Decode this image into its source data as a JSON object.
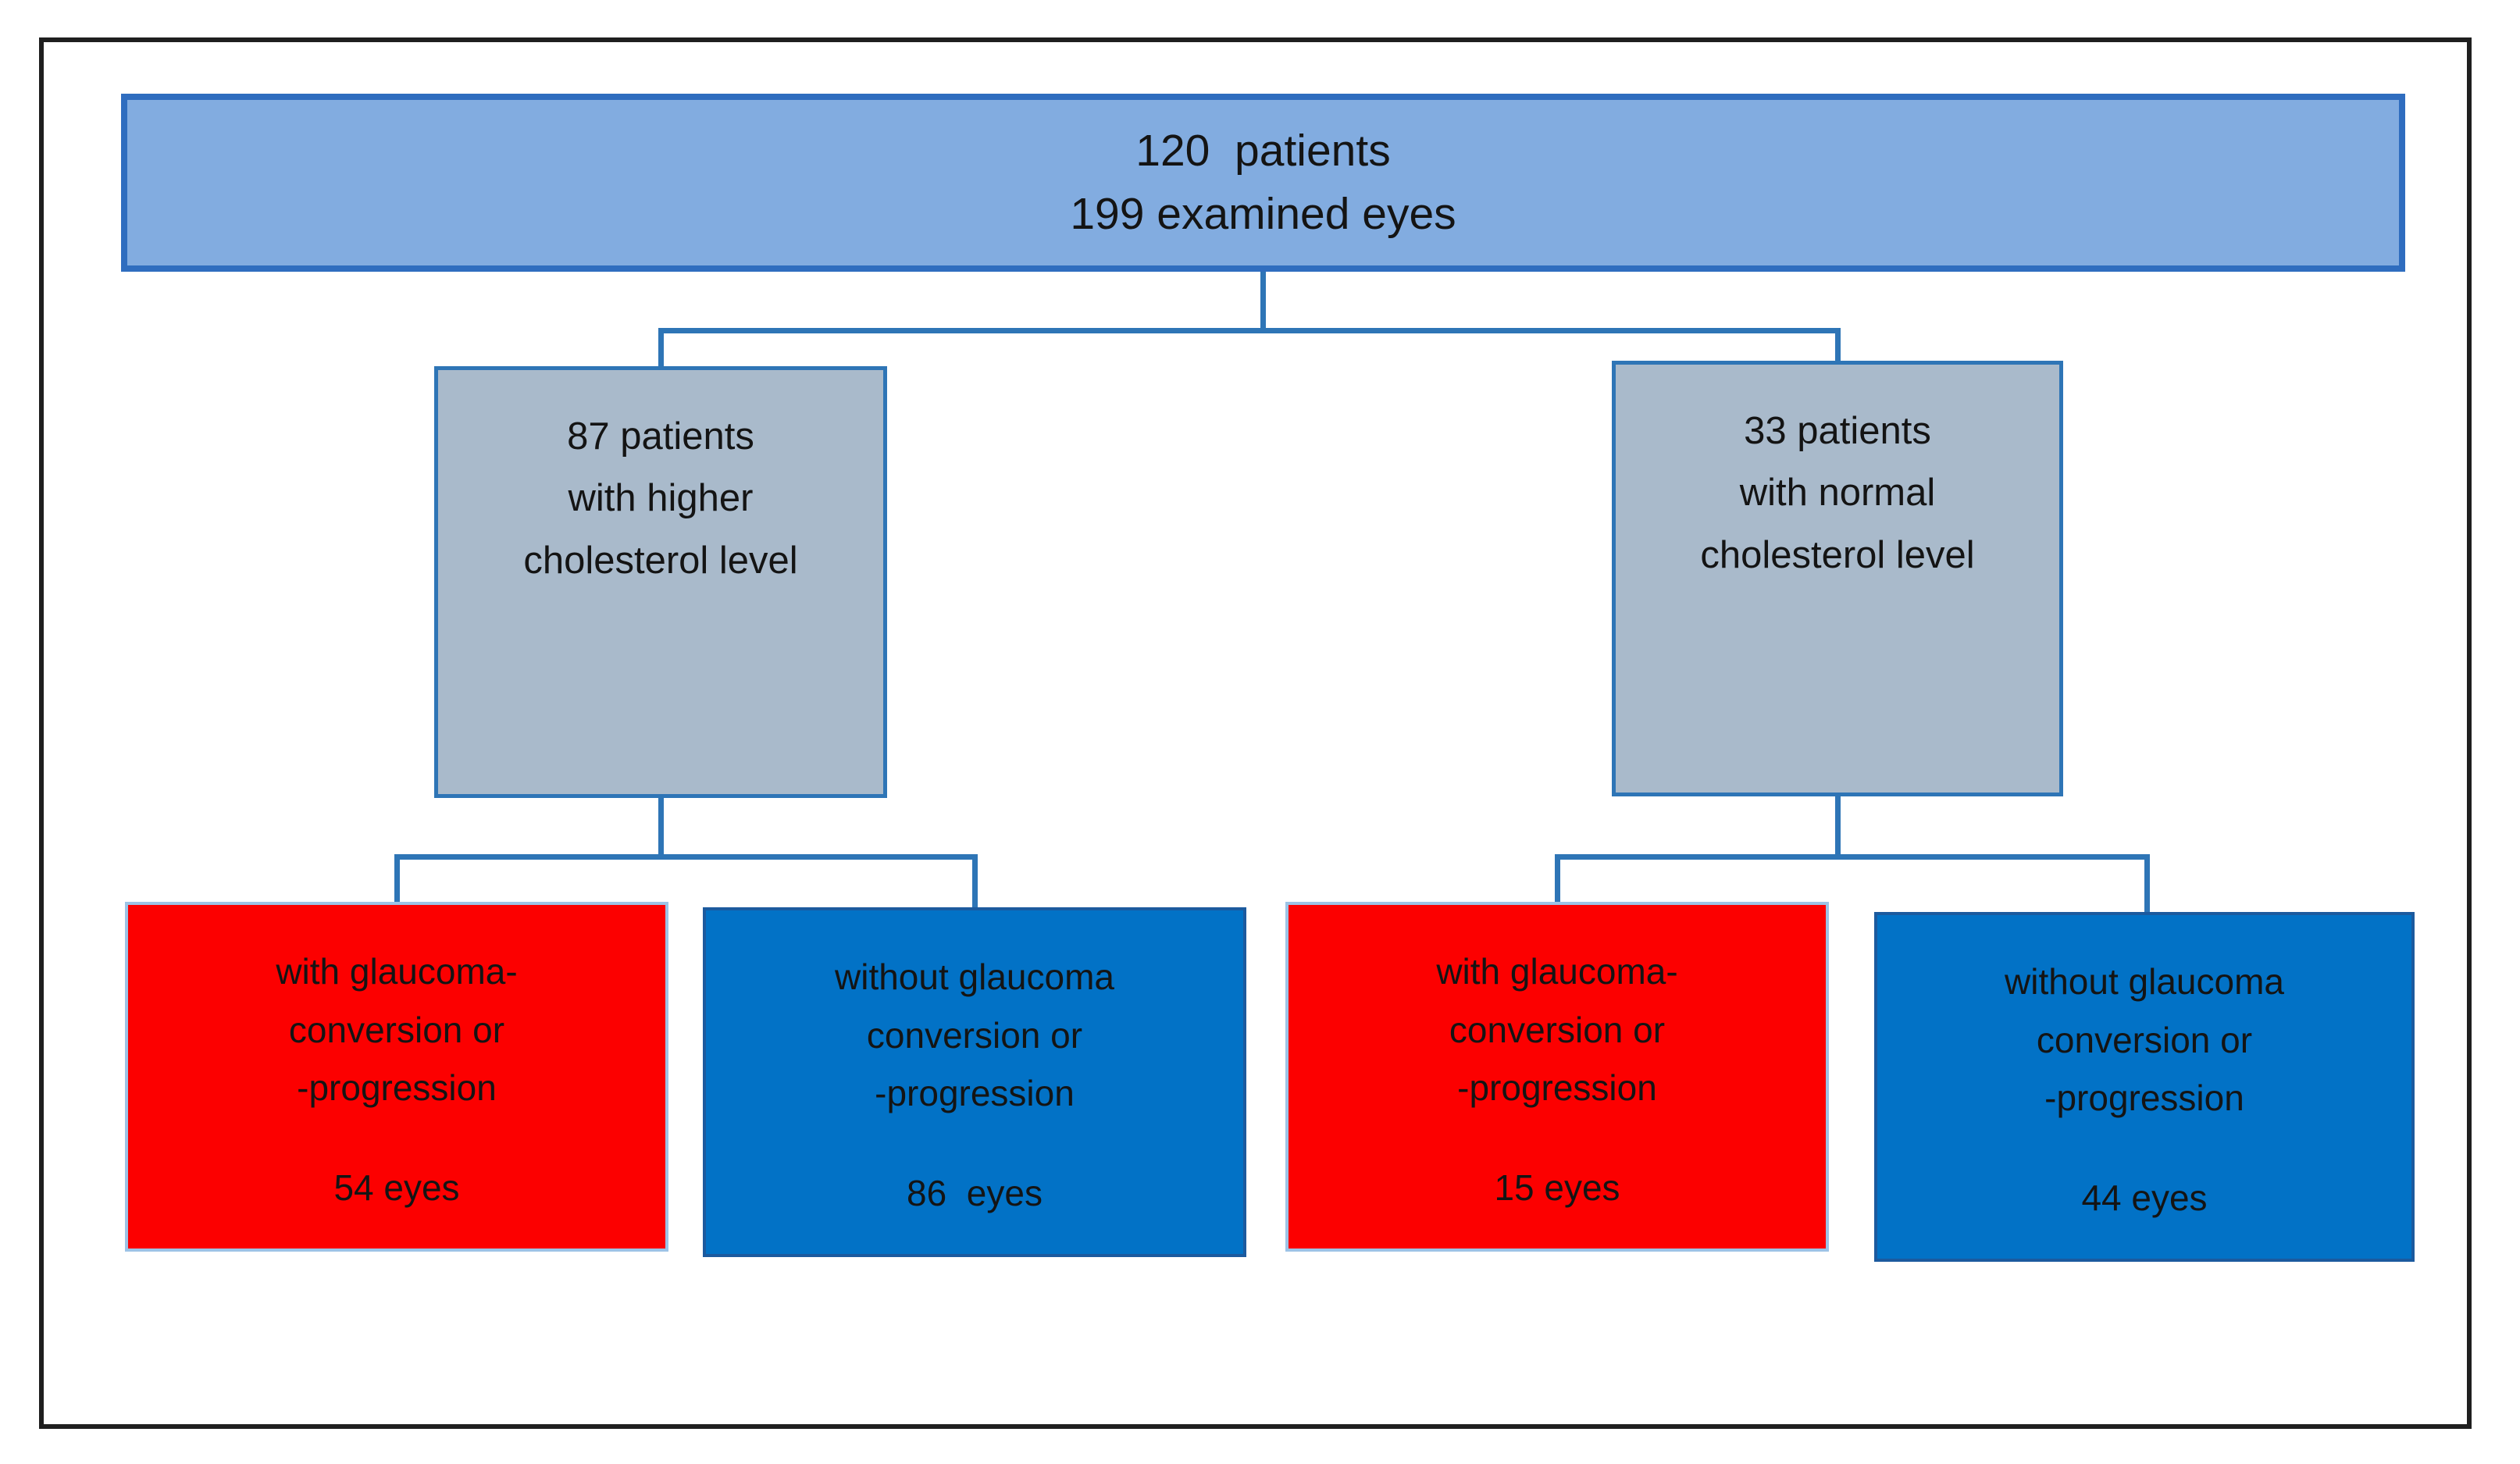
{
  "flowchart": {
    "root": {
      "text": "120  patients\n199 examined eyes"
    },
    "branches": [
      {
        "text": "87 patients\nwith higher\ncholesterol level"
      },
      {
        "text": "33 patients\nwith normal\ncholesterol level"
      }
    ],
    "leaves": [
      {
        "text": "with glaucoma-\nconversion or\n-progression",
        "count": "54 eyes"
      },
      {
        "text": "without glaucoma\nconversion or\n-progression",
        "count": "86  eyes"
      },
      {
        "text": "with glaucoma-\nconversion or\n-progression",
        "count": "15 eyes"
      },
      {
        "text": "without glaucoma\nconversion or\n-progression",
        "count": "44 eyes"
      }
    ],
    "colors": {
      "root_fill": "#82ACE0",
      "root_border": "#2F6DBF",
      "branch_fill": "#A9BACB",
      "branch_border": "#2E75B6",
      "with_conversion_fill": "#FC0000",
      "without_conversion_fill": "#0272C6",
      "connector": "#2E75B6",
      "outer_frame": "#1F1F1F"
    }
  }
}
